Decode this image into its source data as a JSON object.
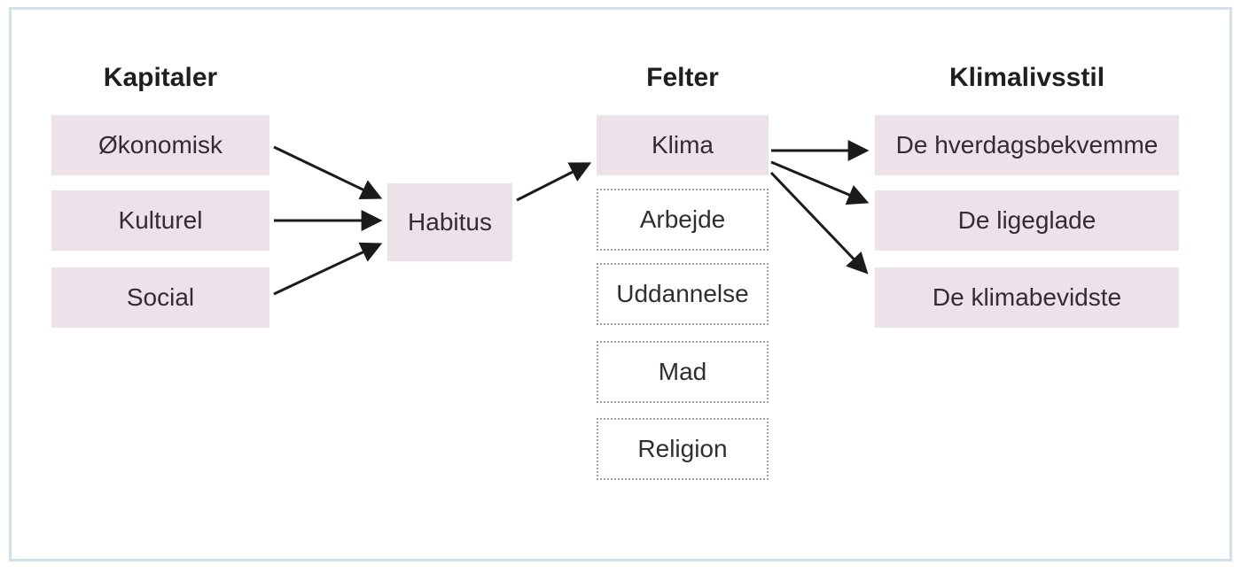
{
  "diagram": {
    "kapitaler": {
      "header": "Kapitaler",
      "items": [
        "Økonomisk",
        "Kulturel",
        "Social"
      ]
    },
    "habitus": {
      "label": "Habitus"
    },
    "felter": {
      "header": "Felter",
      "active_item": "Klima",
      "other_items": [
        "Arbejde",
        "Uddannelse",
        "Mad",
        "Religion"
      ]
    },
    "klimalivsstil": {
      "header": "Klimalivsstil",
      "items": [
        "De hverdagsbekvemme",
        "De ligeglade",
        "De klimabevidste"
      ]
    },
    "edges": [
      {
        "from": "Økonomisk",
        "to": "Habitus"
      },
      {
        "from": "Kulturel",
        "to": "Habitus"
      },
      {
        "from": "Social",
        "to": "Habitus"
      },
      {
        "from": "Habitus",
        "to": "Klima"
      },
      {
        "from": "Klima",
        "to": "De hverdagsbekvemme"
      },
      {
        "from": "Klima",
        "to": "De ligeglade"
      },
      {
        "from": "Klima",
        "to": "De klimabevidste"
      }
    ],
    "colors": {
      "box_fill": "#ede1ea",
      "dotted_border": "#a59ba2",
      "arrow": "#1c1a1b",
      "frame_border": "#d4e0e9",
      "box_text": "#332c33",
      "header_text": "#221e20"
    }
  }
}
